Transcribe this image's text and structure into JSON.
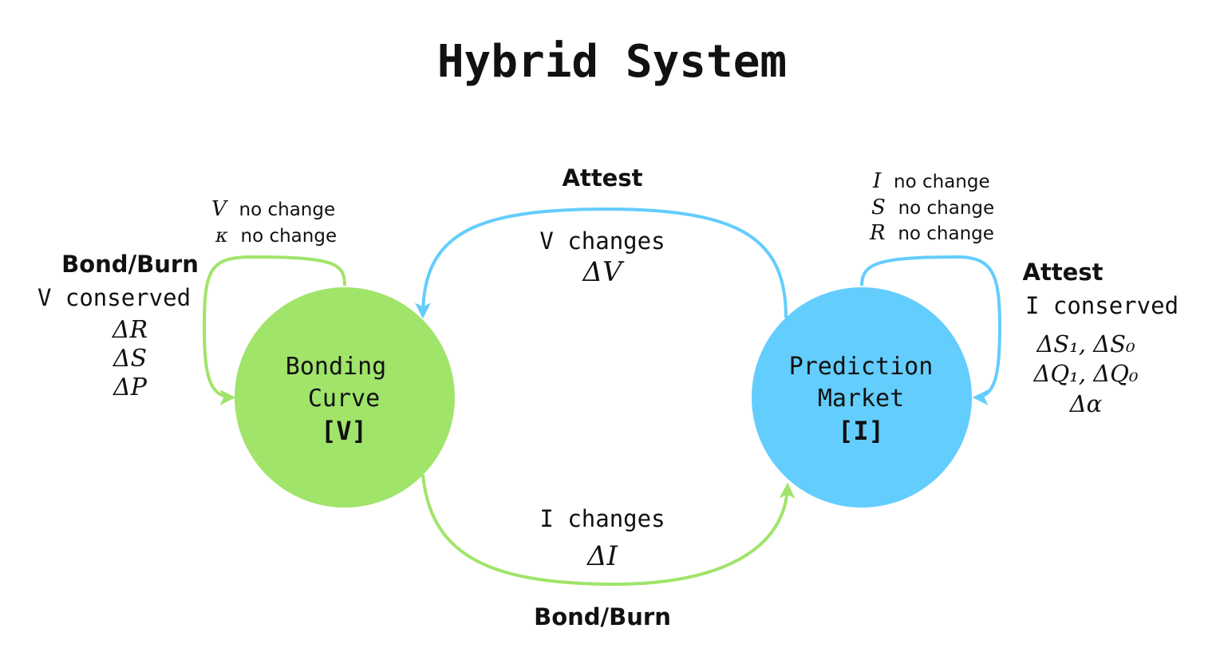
{
  "title": "Hybrid System",
  "colors": {
    "green": "#a0e46a",
    "blue": "#63cdfd",
    "text": "#111111"
  },
  "nodes": {
    "bonding_curve": {
      "line1": "Bonding",
      "line2": "Curve",
      "tag": "[V]"
    },
    "prediction_market": {
      "line1": "Prediction",
      "line2": "Market",
      "tag": "[I]"
    }
  },
  "edges": {
    "top": {
      "action": "Attest",
      "effect": "V changes",
      "delta": "ΔV"
    },
    "bottom": {
      "action": "Bond/Burn",
      "effect": "I changes",
      "delta": "ΔI"
    }
  },
  "self_loop_left": {
    "action": "Bond/Burn",
    "conserved": "V conserved",
    "deltas": [
      "ΔR",
      "ΔS",
      "ΔP"
    ],
    "no_change": [
      {
        "symbol": "V",
        "text": "no change"
      },
      {
        "symbol": "κ",
        "text": "no change"
      }
    ]
  },
  "self_loop_right": {
    "action": "Attest",
    "conserved": "I conserved",
    "deltas": [
      "ΔS₁, ΔS₀",
      "ΔQ₁, ΔQ₀",
      "Δα"
    ],
    "no_change": [
      {
        "symbol": "I",
        "text": "no change"
      },
      {
        "symbol": "S",
        "text": "no change"
      },
      {
        "symbol": "R",
        "text": "no change"
      }
    ]
  }
}
